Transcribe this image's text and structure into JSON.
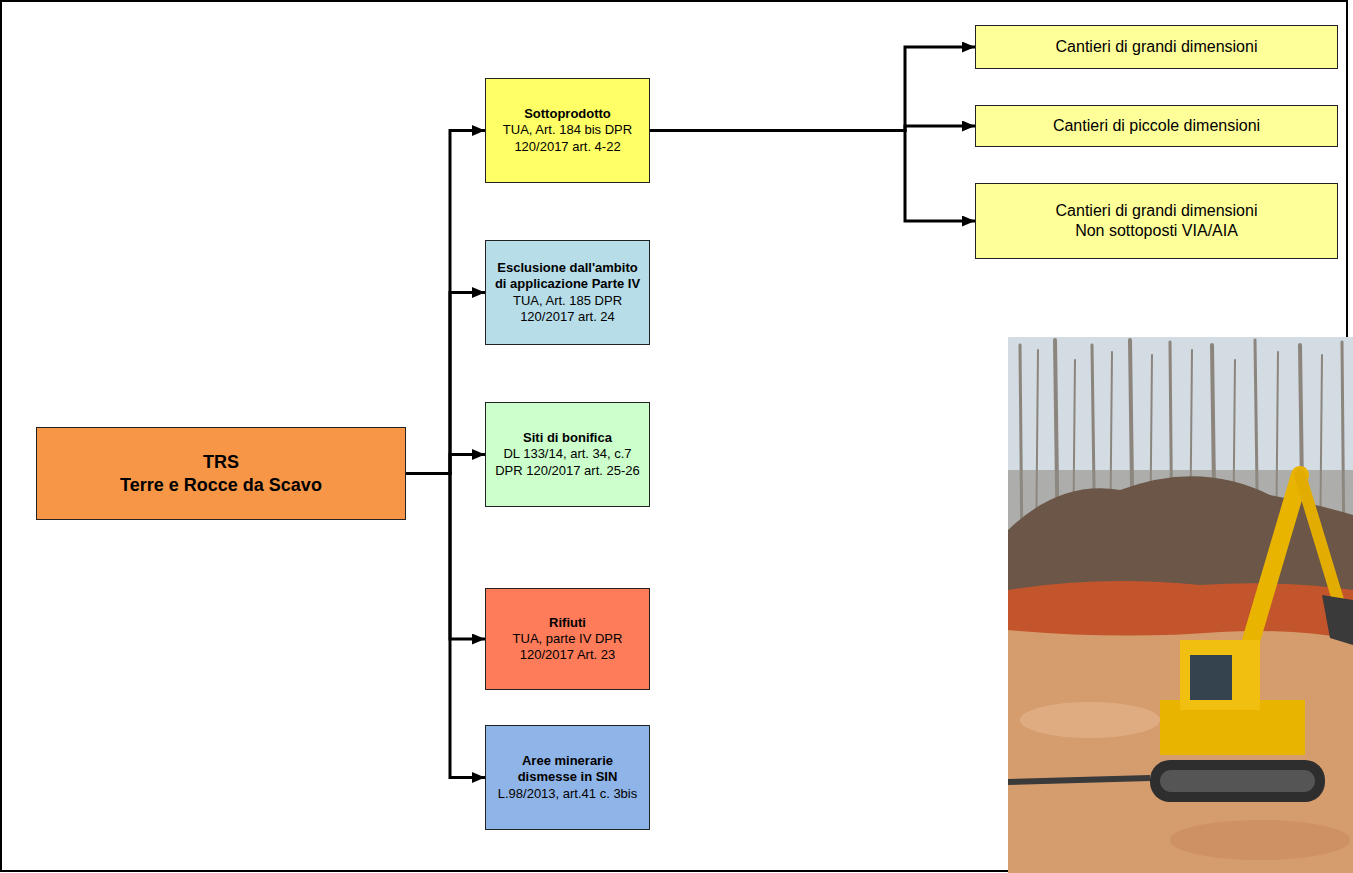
{
  "diagram": {
    "nodes": [
      {
        "text": [
          "TRS",
          "Terre e Rocce da Scavo"
        ]
      },
      {
        "text": [
          "Sottoprodotto",
          "TUA, Art. 184 bis DPR 120/2017 art. 4-22"
        ]
      },
      {
        "text": [
          "Cantieri di grandi dimensioni"
        ]
      },
      {
        "text": [
          "Cantieri di piccole dimensioni"
        ]
      },
      {
        "text": [
          "Cantieri di grandi dimensioni Non sottoposti VIA/AIA"
        ]
      },
      {
        "text": [
          "Esclusione dall'ambito di applicazione Parte IV",
          "TUA, Art. 185 DPR 120/2017 art. 24"
        ]
      },
      {
        "text": [
          "Siti di bonifica",
          "DL 133/14, art. 34, c.7 DPR 120/2017 art. 25-26"
        ]
      },
      {
        "text": [
          "Rifiuti",
          "TUA, parte IV DPR 120/2017 Art. 23"
        ]
      },
      {
        "text": [
          "Aree minerarie dismesse in SIN",
          "L.98/2013, art.41 c. 3bis"
        ]
      }
    ],
    "edges": [
      {
        "from": 0,
        "to": 1,
        "arrow": "to"
      },
      {
        "from": 0,
        "to": 5,
        "arrow": "to"
      },
      {
        "from": 0,
        "to": 6,
        "arrow": "to"
      },
      {
        "from": 0,
        "to": 7,
        "arrow": "to"
      },
      {
        "from": 0,
        "to": 8,
        "arrow": "to"
      },
      {
        "from": 1,
        "to": 2,
        "arrow": "to"
      },
      {
        "from": 1,
        "to": 3,
        "arrow": "to"
      },
      {
        "from": 1,
        "to": 4,
        "arrow": "to"
      }
    ]
  }
}
